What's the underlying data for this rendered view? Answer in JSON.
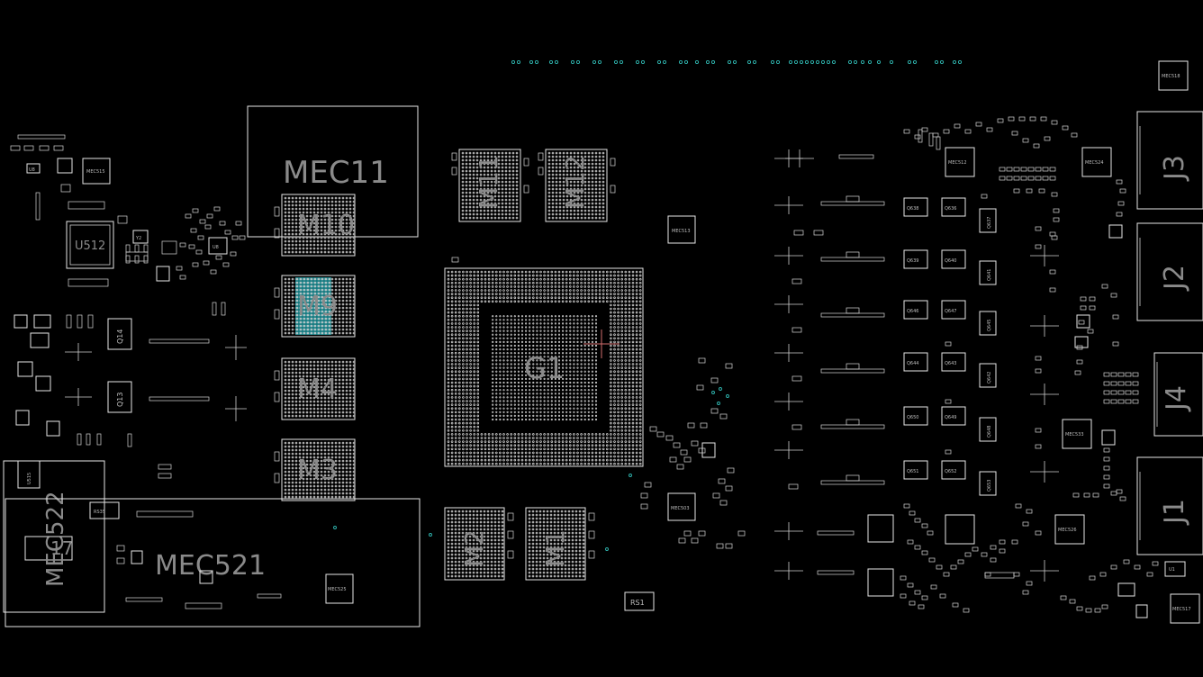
{
  "colors": {
    "background": "#000000",
    "outline": "#e6e6e6",
    "component_label": "#8a8a8a",
    "highlight": "#2fb6b0",
    "cursor": "#d26e6e"
  },
  "labels": {
    "mec11": "MEC11",
    "m10": "M10",
    "m9": "M9",
    "m4": "M4",
    "m3": "M3",
    "m11": "M11",
    "m12": "M12",
    "g1": "G1",
    "m2": "M2",
    "m1": "M1",
    "u512": "U512",
    "mec522": "MEC522",
    "mec521": "MEC521",
    "j1": "J1",
    "j2": "J2",
    "j3": "J3",
    "j4": "J4",
    "rs1": "RS1",
    "rs35": "RS35",
    "u515": "U515",
    "y2": "Y2",
    "u8": "U8",
    "q14": "Q14",
    "q13": "Q13",
    "mec515": "MEC515",
    "mec513": "MEC513",
    "mec503": "MEC503",
    "mec524": "MEC524",
    "mec525": "MEC525",
    "mec518": "MEC518",
    "mec517": "MEC517",
    "mec512": "MEC512",
    "mec533": "MEC533",
    "mec526": "MEC526",
    "u1": "U1",
    "q638": "Q638",
    "q636": "Q636",
    "q637": "Q637",
    "q639": "Q639",
    "q640": "Q640",
    "q641": "Q641",
    "q646": "Q646",
    "q647": "Q647",
    "q645": "Q645",
    "q644": "Q644",
    "q643": "Q643",
    "q642": "Q642",
    "q650": "Q650",
    "q649": "Q649",
    "q648": "Q648",
    "q651": "Q651",
    "q652": "Q652",
    "q653": "Q653"
  }
}
